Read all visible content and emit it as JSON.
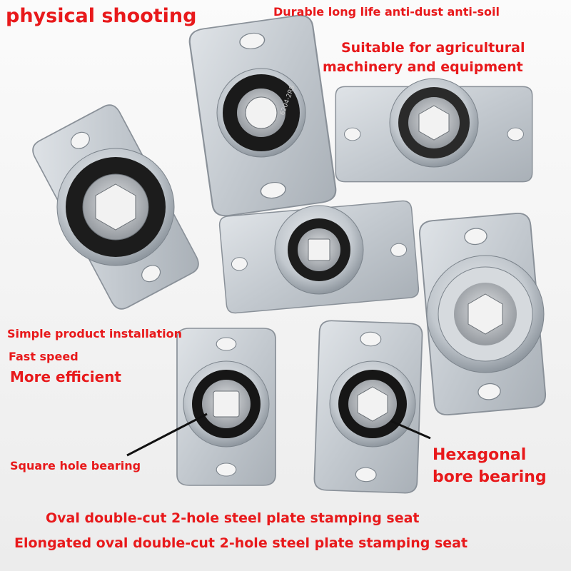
{
  "colors": {
    "caption_red": "#e8191b",
    "background": "#f6f6f6",
    "plate_steel": "#c9ced4",
    "bearing_seal": "#1a1a1a"
  },
  "captions": {
    "title": "physical shooting",
    "durable": "Durable long life anti-dust anti-soil",
    "suitable_line1": "Suitable for agricultural",
    "suitable_line2": "machinery and equipment",
    "simple_install": "Simple product installation",
    "fast_speed": "Fast speed",
    "more_efficient": "More efficient",
    "square_hole": "Square hole bearing",
    "hexagonal_line1": "Hexagonal",
    "hexagonal_line2": "bore bearing",
    "oval_seat": "Oval double-cut 2-hole steel plate stamping seat",
    "elongated_seat": "Elongated oval double-cut 2-hole steel plate stamping seat"
  },
  "photo": {
    "bearing_marking": "6204-2RS"
  }
}
